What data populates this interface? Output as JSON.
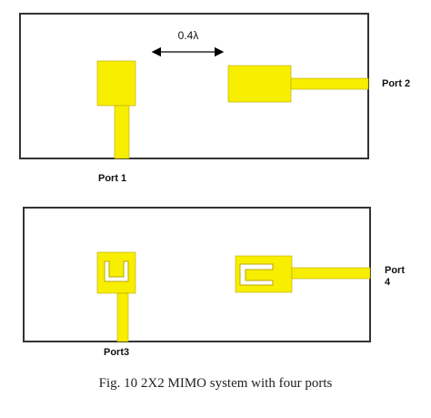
{
  "diagram": {
    "top_panel": {
      "spacing_label": "0.4λ",
      "port1_label": "Port 1",
      "port2_label": "Port 2"
    },
    "bottom_panel": {
      "port3_label": "Port3",
      "port4_label_line1": "Port",
      "port4_label_line2": "4"
    },
    "colors": {
      "patch": "#f7ee00",
      "patch_edge": "#b9a800",
      "board": "#ffffff",
      "board_edge": "#333333"
    }
  },
  "caption": "Fig. 10 2X2 MIMO system with four ports"
}
